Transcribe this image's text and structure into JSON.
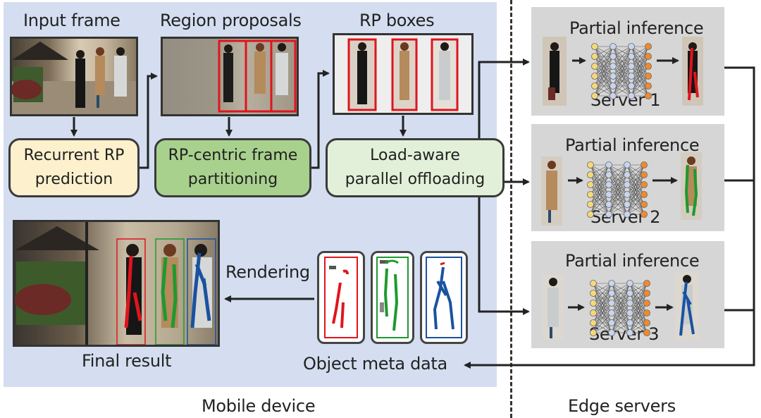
{
  "mobile": {
    "input_frame": "Input frame",
    "region_proposals": "Region proposals",
    "rp_boxes": "RP boxes",
    "recurrent_rp": [
      "Recurrent RP",
      "prediction"
    ],
    "rp_partition": [
      "RP-centric frame",
      "partitioning"
    ],
    "load_aware": [
      "Load-aware",
      "parallel offloading"
    ],
    "rendering": "Rendering",
    "final_result": "Final result",
    "object_meta": "Object meta data",
    "footer": "Mobile device"
  },
  "edge": {
    "footer": "Edge servers",
    "servers": [
      {
        "title": "Partial inference",
        "name": "Server 1"
      },
      {
        "title": "Partial inference",
        "name": "Server 2"
      },
      {
        "title": "Partial inference",
        "name": "Server 3"
      }
    ]
  },
  "colors": {
    "mobile_bg": "#d4def0",
    "server_bg": "#d6d6d6",
    "recurrent_box": "#fdf0cc",
    "partition_box": "#a9d18e",
    "load_box": "#e2f0d9",
    "rp_red": "#e0141e",
    "pose_red": "#e0141e",
    "pose_green": "#1e9a2e",
    "pose_blue": "#1a52a0"
  }
}
